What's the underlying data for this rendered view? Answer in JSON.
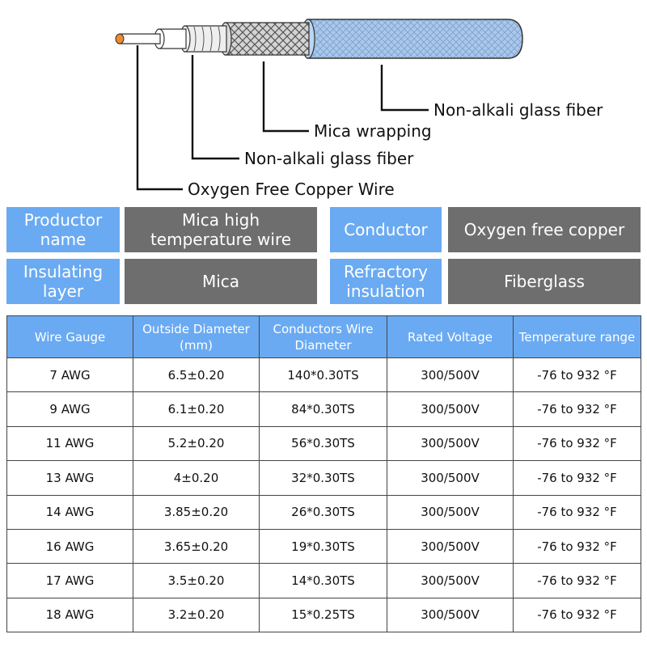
{
  "diagram": {
    "callouts": [
      "Non-alkali glass fiber",
      "Mica wrapping",
      "Non-alkali glass fiber",
      "Oxygen Free Copper Wire"
    ],
    "colors": {
      "copper": "#f08a30",
      "sheath": "#a9c8ec",
      "braid": "#d0d0d0",
      "outline": "#333333"
    }
  },
  "specs": {
    "product_name_label": "Productor name",
    "product_name_value": "Mica high temperature wire",
    "conductor_label": "Conductor",
    "conductor_value": "Oxygen free copper",
    "insulating_label": "Insulating layer",
    "insulating_value": "Mica",
    "refractory_label": "Refractory insulation",
    "refractory_value": "Fiberglass"
  },
  "table": {
    "headers": [
      "Wire Gauge",
      "Outside Diameter (mm)",
      "Conductors Wire Diameter",
      "Rated Voltage",
      "Temperature range"
    ],
    "rows": [
      [
        "7 AWG",
        "6.5±0.20",
        "140*0.30TS",
        "300/500V",
        "-76 to 932 °F"
      ],
      [
        "9 AWG",
        "6.1±0.20",
        "84*0.30TS",
        "300/500V",
        "-76 to 932 °F"
      ],
      [
        "11 AWG",
        "5.2±0.20",
        "56*0.30TS",
        "300/500V",
        "-76 to 932 °F"
      ],
      [
        "13 AWG",
        "4±0.20",
        "32*0.30TS",
        "300/500V",
        "-76 to 932 °F"
      ],
      [
        "14 AWG",
        "3.85±0.20",
        "26*0.30TS",
        "300/500V",
        "-76 to 932 °F"
      ],
      [
        "16 AWG",
        "3.65±0.20",
        "19*0.30TS",
        "300/500V",
        "-76 to 932 °F"
      ],
      [
        "17 AWG",
        "3.5±0.20",
        "14*0.30TS",
        "300/500V",
        "-76 to 932 °F"
      ],
      [
        "18 AWG",
        "3.2±0.20",
        "15*0.25TS",
        "300/500V",
        "-76 to 932 °F"
      ]
    ]
  },
  "colors": {
    "header_blue": "#6aaaf2",
    "value_gray": "#6e6e6e"
  }
}
